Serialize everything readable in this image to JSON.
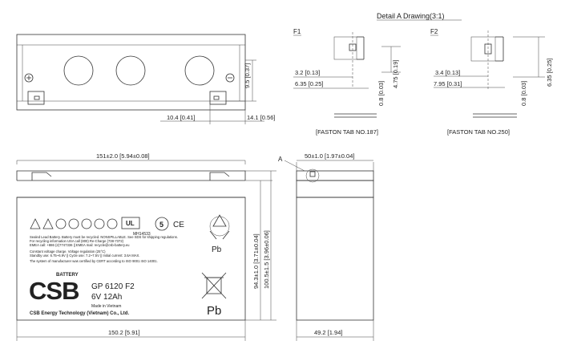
{
  "detail": {
    "title": "Detail A Drawing(3:1)",
    "f1": {
      "label": "F1",
      "dim_a": "3.2 [0.13]",
      "dim_b": "6.35 [0.25]",
      "dim_c": "0.8 [0.03]",
      "dim_d": "4.75 [0.19]",
      "caption": "[FASTON TAB NO.187]"
    },
    "f2": {
      "label": "F2",
      "dim_a": "3.4 [0.13]",
      "dim_b": "7.95 [0.31]",
      "dim_c": "0.8 [0.03]",
      "dim_d": "6.35 [0.25]",
      "caption": "[FASTON TAB NO.250]"
    }
  },
  "top_view": {
    "dim_right_height": "9.5 [0.37]",
    "dim_left_offset": "10.4 [0.41]",
    "dim_right_offset": "14.1 [0.56]"
  },
  "front_view": {
    "dim_top_width": "151±2.0 [5.94±0.08]",
    "dim_bottom_width": "150.2 [5.91]",
    "dim_height_inner": "94.3±1.0 [3.71±0.04]",
    "dim_height_total": "100.5±1.5 [3.96±0.06]",
    "label": {
      "warnings": [
        "Sealed Lead Battery. Battery must be recycled. NONSPILLABLE. See SDS for shipping regulations.",
        "For recycling information USA call (800) Re-Charge (738-7372)",
        "EMEA call: +886 (2)7747336 || EMEA mail: recycle@csb-battery.eu"
      ],
      "voltage_lines": [
        "Constant voltage charge. Voltage regulation (25°C)",
        "Standby use: 6.75~6.9V || Cycle use: 7.2~7.5V || Initial current: 3.6A MAX.",
        "The system of manufacturer was certified by CERT according to ISO 9001 ISO 14001."
      ],
      "ul_code": "MH14533",
      "brand_small": "BATTERY",
      "brand_logo": "CSB",
      "model": "GP 6120 F2",
      "rating": "6V 12Ah",
      "made_in": "Made in Vietnam",
      "company": "CSB Energy Technology (Vietnam) Co., Ltd.",
      "pb_top": "Pb",
      "pb_bottom": "Pb",
      "ce_mark": "CE",
      "recycle_num": "5"
    }
  },
  "side_view": {
    "detail_marker": "A",
    "dim_top": "50±1.0 [1.97±0.04]",
    "dim_bottom": "49.2 [1.94]"
  }
}
